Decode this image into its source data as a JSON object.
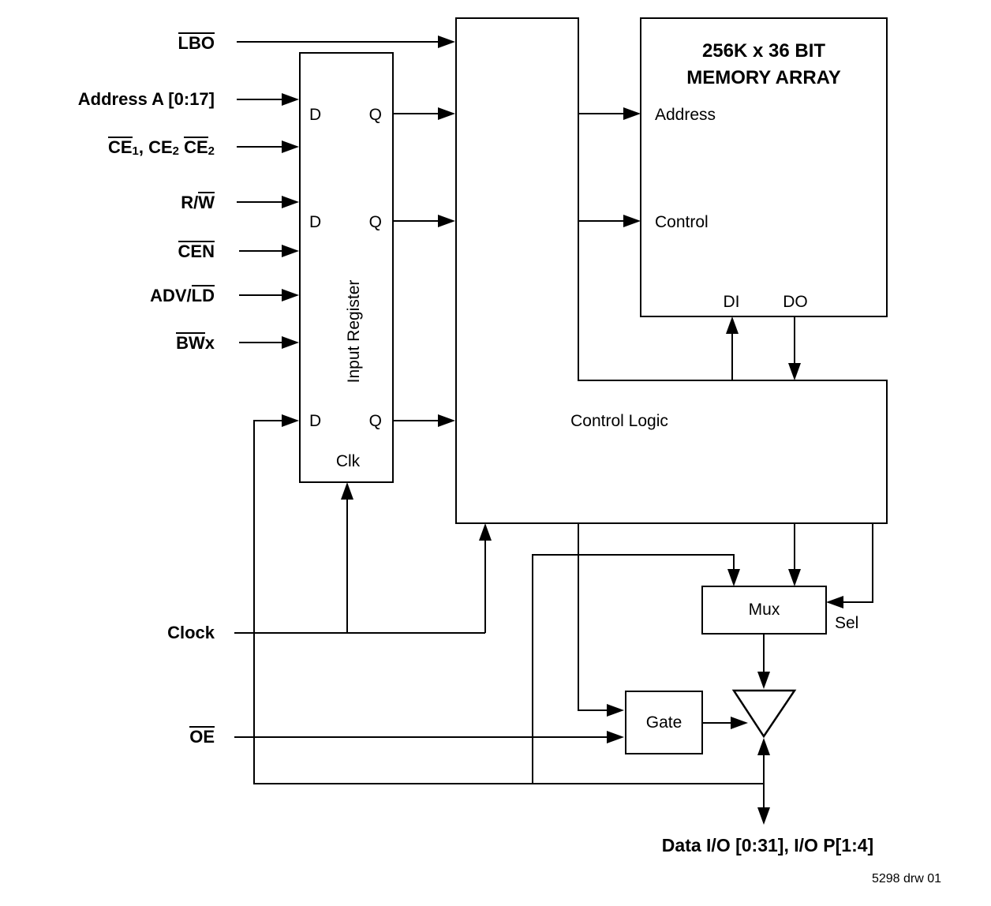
{
  "diagram": {
    "signals": {
      "lbo": [
        {
          "t": "LBO",
          "ol": true
        }
      ],
      "address": [
        {
          "t": "Address A [0:17]"
        }
      ],
      "ce": [
        {
          "t": "CE",
          "ol": true
        },
        {
          "t": "1",
          "sub": true
        },
        {
          "t": ", CE"
        },
        {
          "t": "2",
          "sub": true
        },
        {
          "t": " "
        },
        {
          "t": "CE",
          "ol": true
        },
        {
          "t": "2",
          "sub": true
        }
      ],
      "rw": [
        {
          "t": "R/"
        },
        {
          "t": "W",
          "ol": true
        }
      ],
      "cen": [
        {
          "t": "CEN",
          "ol": true
        }
      ],
      "advld": [
        {
          "t": "ADV/"
        },
        {
          "t": "LD",
          "ol": true
        }
      ],
      "bwx": [
        {
          "t": "BW",
          "ol": true
        },
        {
          "t": "x"
        }
      ],
      "clock": [
        {
          "t": "Clock"
        }
      ],
      "oe": [
        {
          "t": "OE",
          "ol": true
        }
      ],
      "data_io": [
        {
          "t": "Data I/O [0:31], I/O P[1:4]"
        }
      ]
    },
    "blocks": {
      "input_register": {
        "label": "Input Register",
        "d": "D",
        "q": "Q",
        "clk": "Clk"
      },
      "control_logic": {
        "label": "Control Logic"
      },
      "memory_array": {
        "title_line1": "256K x 36 BIT",
        "title_line2": "MEMORY ARRAY",
        "address_port": "Address",
        "control_port": "Control",
        "di": "DI",
        "do": "DO"
      },
      "mux": {
        "label": "Mux",
        "sel": "Sel"
      },
      "gate": {
        "label": "Gate"
      }
    },
    "footnote": "5298 drw 01",
    "colors": {
      "line": "#000000",
      "background": "#ffffff"
    }
  }
}
